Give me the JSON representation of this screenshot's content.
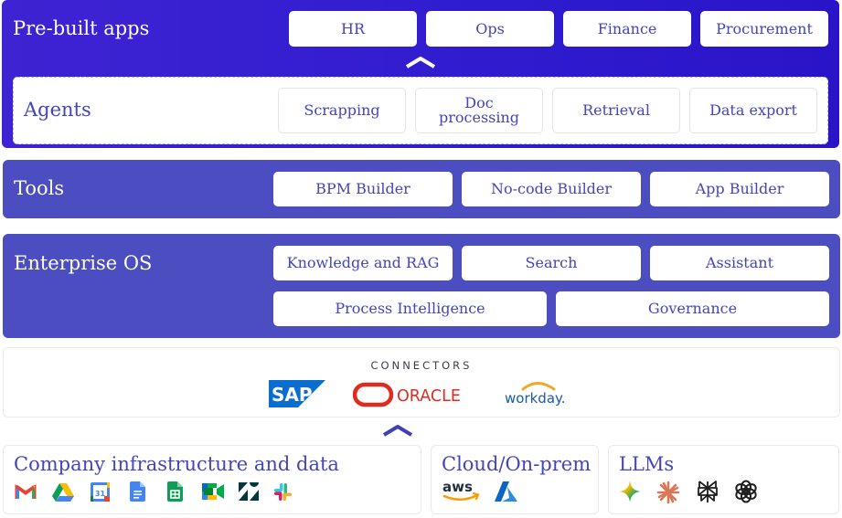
{
  "prebuilt": {
    "title": "Pre-built apps",
    "apps": [
      "HR",
      "Ops",
      "Finance",
      "Procurement"
    ]
  },
  "agents": {
    "title": "Agents",
    "items": [
      "Scrapping",
      "Doc processing",
      "Retrieval",
      "Data export"
    ]
  },
  "tools": {
    "title": "Tools",
    "items": [
      "BPM Builder",
      "No-code Builder",
      "App Builder"
    ]
  },
  "enterprise": {
    "title": "Enterprise OS",
    "row1": [
      "Knowledge and RAG",
      "Search",
      "Assistant"
    ],
    "row2": [
      "Process Intelligence",
      "Governance"
    ]
  },
  "connectors": {
    "label": "CONNECTORS",
    "logos": {
      "sap": "SAP",
      "oracle": "ORACLE",
      "workday": "workday."
    }
  },
  "infra": {
    "title": "Company infrastructure and data",
    "icons": [
      "gmail-icon",
      "google-drive-icon",
      "google-calendar-icon",
      "google-docs-icon",
      "google-sheets-icon",
      "google-meet-icon",
      "zendesk-icon",
      "slack-icon"
    ]
  },
  "cloud": {
    "title": "Cloud/On-prem",
    "aws": "aws",
    "icons": [
      "aws-icon",
      "azure-icon"
    ]
  },
  "llms": {
    "title": "LLMs",
    "icons": [
      "gemini-icon",
      "anthropic-icon",
      "perplexity-icon",
      "openai-icon"
    ]
  },
  "colors": {
    "band_dark": "#3a1fd6",
    "band": "#4b4dc0",
    "accent": "#4345b8",
    "oracle_red": "#e02b20",
    "sap_blue": "#0a6ed1",
    "workday_blue": "#1a5aa8",
    "workday_orange": "#f5a623"
  }
}
